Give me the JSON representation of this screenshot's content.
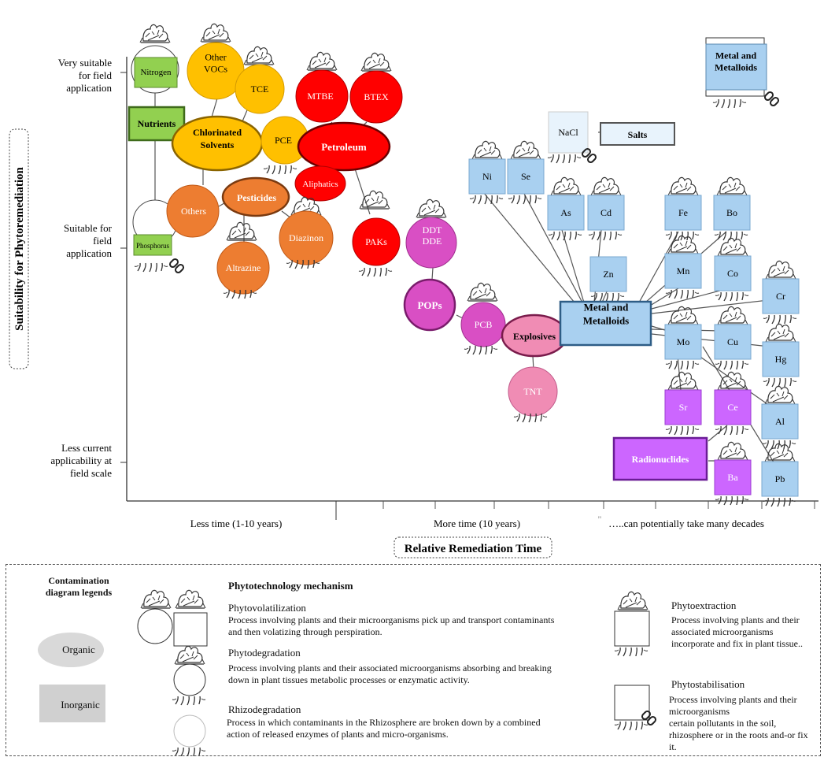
{
  "axes": {
    "y_title": "Suitability for Phytoremediation",
    "y_ticks": [
      "Very suitable\nfor field\napplication",
      "Suitable for\nfield\napplication",
      "Less current\napplicability at\nfield scale"
    ],
    "x_title": "Relative Remediation Time",
    "x_ticks": [
      "Less time (1-10 years)",
      "More time (10 years)",
      "…..can potentially take many decades"
    ],
    "x_tick_mark": "\""
  },
  "nodes": {
    "nitrogen": "Nitrogen",
    "nutrients": "Nutrients",
    "phosphorus": "Phosphorus",
    "other_vocs": "Other\nVOCs",
    "tce": "TCE",
    "chlorinated": "Chlorinated\nSolvents",
    "pce": "PCE",
    "mtbe": "MTBE",
    "btex": "BTEX",
    "petroleum": "Petroleum",
    "aliphatics": "Aliphatics",
    "pesticides": "Pesticides",
    "others": "Others",
    "diazinon": "Diazinon",
    "altrazine": "Altrazine",
    "paks": "PAKs",
    "ddt": "DDT\nDDE",
    "pops": "POPs",
    "pcb": "PCB",
    "explosives": "Explosives",
    "tnt": "TNT",
    "nacl": "NaCl",
    "salts": "Salts",
    "ni": "Ni",
    "se": "Se",
    "as": "As",
    "cd": "Cd",
    "zn": "Zn",
    "fe": "Fe",
    "bo": "Bo",
    "mn": "Mn",
    "co": "Co",
    "cr": "Cr",
    "mo": "Mo",
    "cu": "Cu",
    "hg": "Hg",
    "al": "Al",
    "sr": "Sr",
    "ce": "Ce",
    "ba": "Ba",
    "pb": "Pb",
    "metals": "Metal and\nMetalloids",
    "metals_top": "Metal and\nMetalloids",
    "radionuclides": "Radionuclides"
  },
  "legend": {
    "diagram_legends": "Contamination\ndiagram legends",
    "organic": "Organic",
    "inorganic": "Inorganic",
    "mechanism_title": "Phytotechnology mechanism",
    "phytovolatilization_title": "Phytovolatilization",
    "phytovolatilization_text": "Process involving plants and their microorganisms pick up and transport contaminants\nand then volatizing through perspiration.",
    "phytodegradation_title": "Phytodegradation",
    "phytodegradation_text": "Process involving plants and their associated microorganisms absorbing and breaking\ndown in plant tissues metabolic processes or enzymatic activity.",
    "rhizodegradation_title": "Rhizodegradation",
    "rhizodegradation_text": "Process in which contaminants in the Rhizosphere are broken down by a combined\naction of released enzymes of plants and micro-organisms.",
    "phytoextraction_title": "Phytoextraction",
    "phytoextraction_text": "Process involving plants and their\nassociated microorganisms\nincorporate and fix in plant tissue..",
    "phytostabilisation_title": "Phytostabilisation",
    "phytostabilisation_text": "Process involving plants and their\nmicroorganisms\ncertain pollutants in the soil,\nrhizosphere or in the roots and-or fix\nit."
  },
  "colors": {
    "nutrients": "#92d050",
    "chlorinated": "#ffc000",
    "petroleum": "#ff0000",
    "pesticides": "#ed7d31",
    "pops": "#d94fc4",
    "explosives": "#f08cb4",
    "metals": "#a9d0f0",
    "radionuclides": "#cc66ff",
    "organic_legend": "#d9d9d9",
    "inorganic_legend": "#d0d0d0"
  }
}
